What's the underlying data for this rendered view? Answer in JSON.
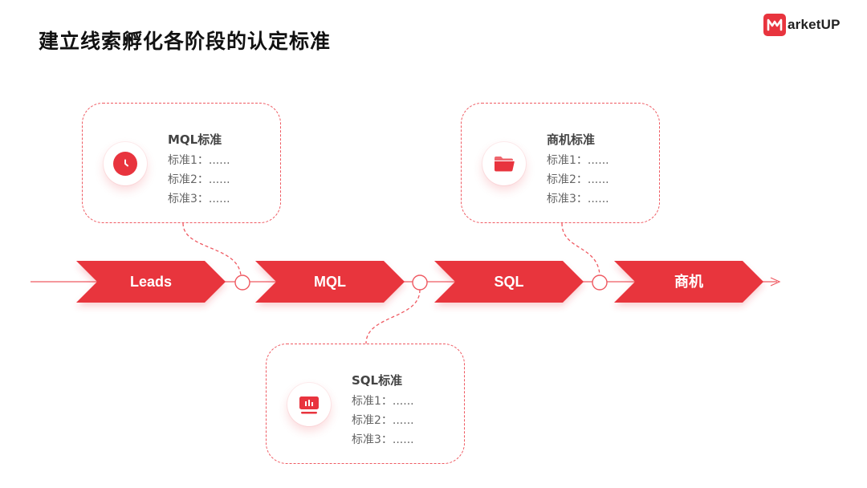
{
  "page": {
    "title": "建立线索孵化各阶段的认定标准",
    "logo_text": "arketUP"
  },
  "colors": {
    "accent": "#e8343e",
    "dashed": "#ef5a62",
    "text_dark": "#111111",
    "text_muted": "#666666"
  },
  "stages": [
    {
      "label": "Leads"
    },
    {
      "label": "MQL"
    },
    {
      "label": "SQL"
    },
    {
      "label": "商机"
    }
  ],
  "cards": [
    {
      "title": "MQL标准",
      "icon": "clock-icon",
      "lines": [
        "标准1：......",
        "标准2：......",
        "标准3：......"
      ]
    },
    {
      "title": "SQL标准",
      "icon": "bar-chart-icon",
      "lines": [
        "标准1：......",
        "标准2：......",
        "标准3：......"
      ]
    },
    {
      "title": "商机标准",
      "icon": "folder-icon",
      "lines": [
        "标准1：......",
        "标准2：......",
        "标准3：......"
      ]
    }
  ]
}
